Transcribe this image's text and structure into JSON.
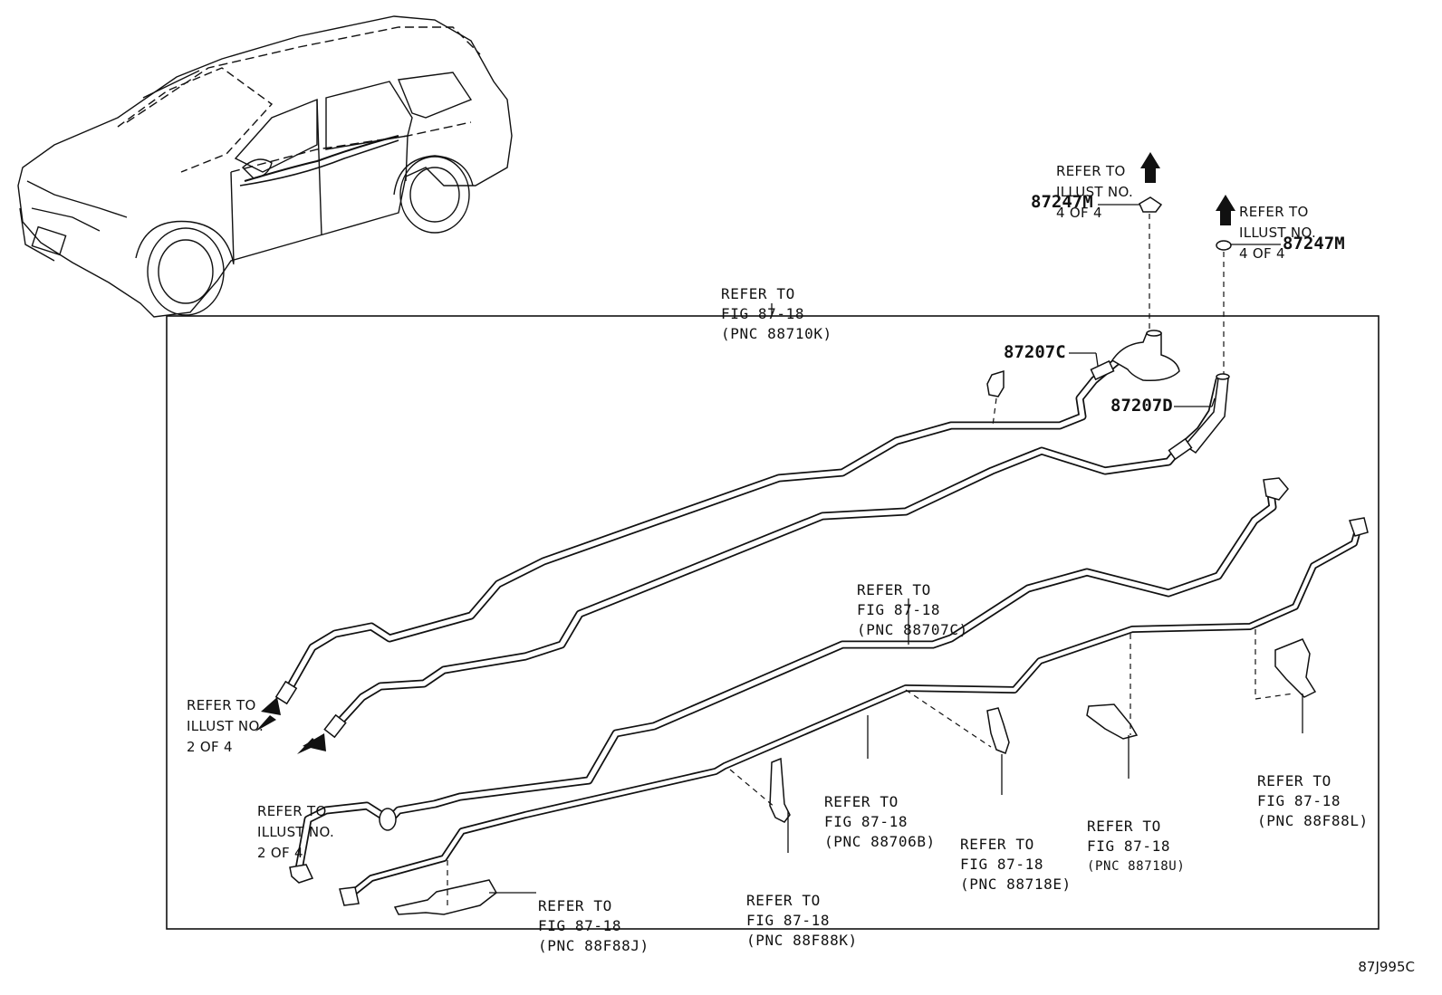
{
  "drawing_code": "87J995C",
  "part_numbers": {
    "p87247m_top": "87247M",
    "p87247m_right": "87247M",
    "p87207c": "87207C",
    "p87207d": "87207D"
  },
  "callouts": {
    "illust_4of4_left": [
      "REFER TO",
      "ILLUST NO.",
      "4 OF 4"
    ],
    "illust_4of4_right": [
      "REFER TO",
      "ILLUST NO.",
      "4 OF 4"
    ],
    "fig_88710k": [
      "REFER TO",
      "FIG 87-18",
      "(PNC 88710K)"
    ],
    "fig_88707c": [
      "REFER TO",
      "FIG 87-18",
      "(PNC 88707C)"
    ],
    "illust_2of4_upper": [
      "REFER TO",
      "ILLUST NO.",
      "2 OF 4"
    ],
    "illust_2of4_lower": [
      "REFER TO",
      "ILLUST NO.",
      "2 OF 4"
    ],
    "fig_88706b": [
      "REFER TO",
      "FIG 87-18",
      "(PNC 88706B)"
    ],
    "fig_88718e": [
      "REFER TO",
      "FIG 87-18",
      "(PNC 88718E)"
    ],
    "fig_88718u": [
      "REFER TO",
      "FIG 87-18",
      "(PNC 88718U)"
    ],
    "fig_88f88l": [
      "REFER TO",
      "FIG 87-18",
      "(PNC 88F88L)"
    ],
    "fig_88f88j": [
      "REFER TO",
      "FIG 87-18",
      "(PNC 88F88J)"
    ],
    "fig_88f88k": [
      "REFER TO",
      "FIG 87-18",
      "(PNC 88F88K)"
    ]
  }
}
